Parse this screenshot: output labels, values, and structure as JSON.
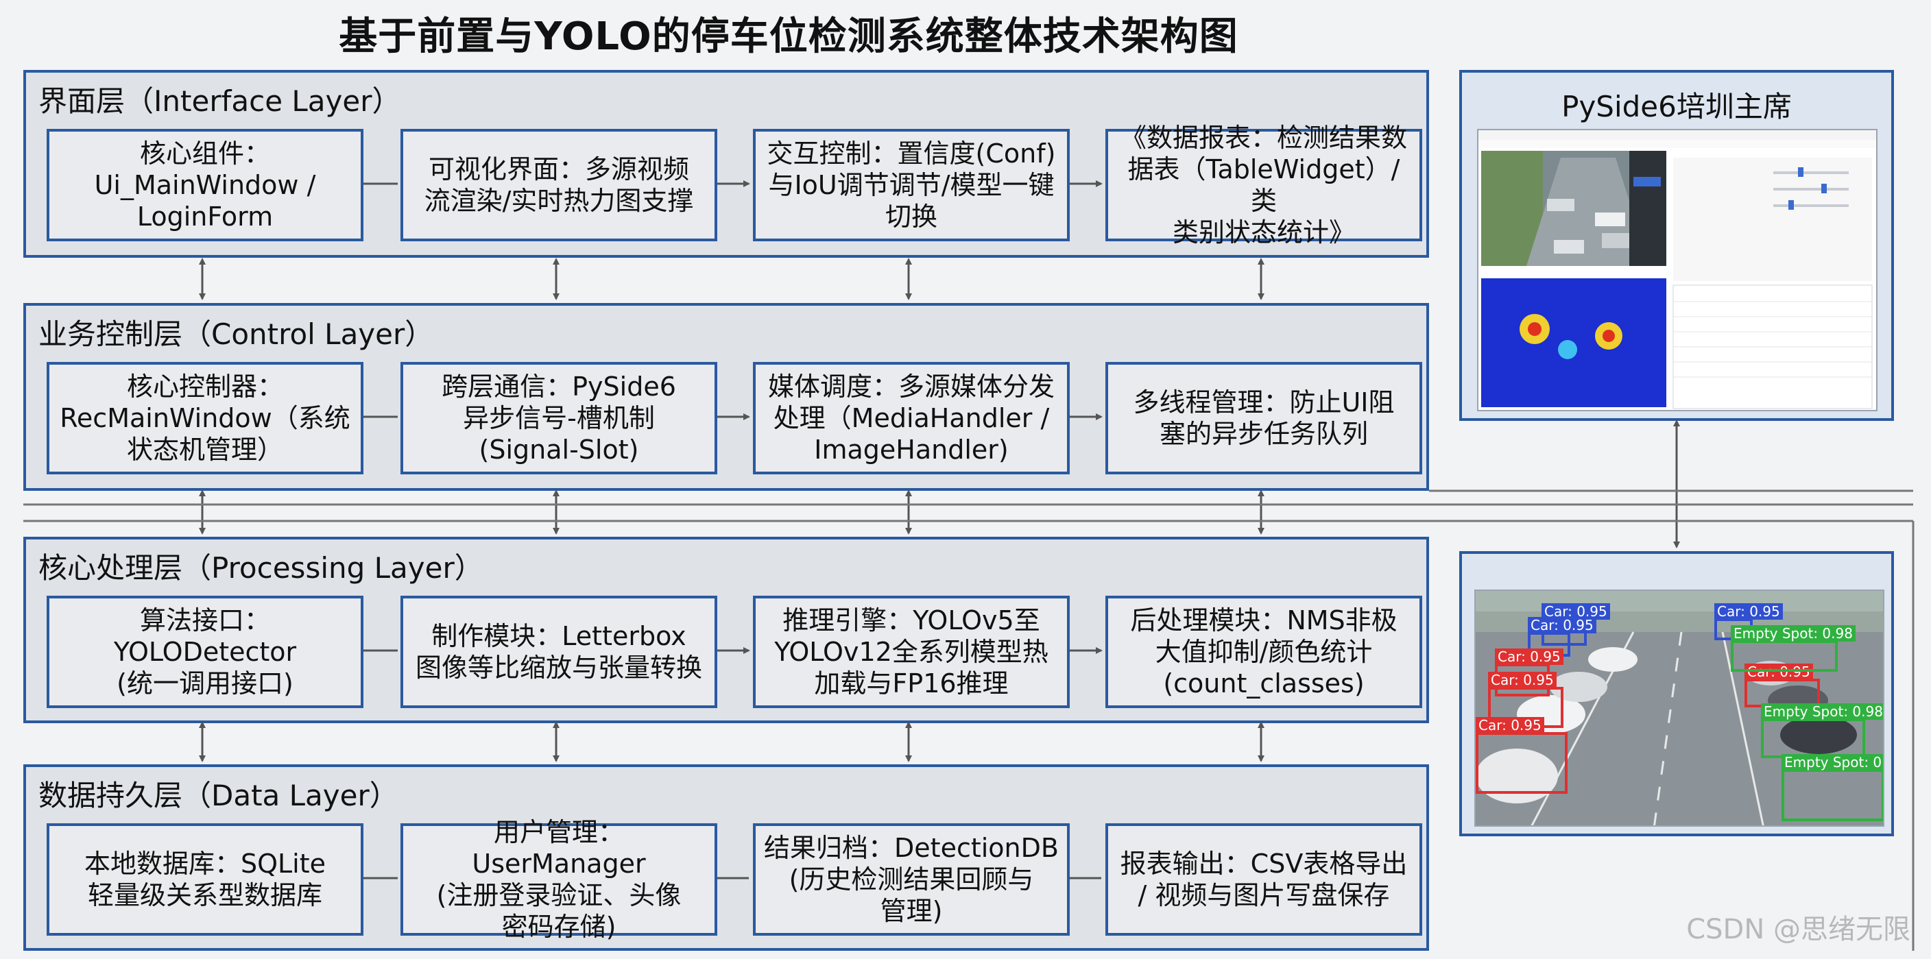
{
  "title": "基于前置与YOLO的停车位检测系统整体技术架构图",
  "layers": [
    {
      "title": "界面层（Interface Layer）",
      "boxes": [
        "核心组件：\nUi_MainWindow /\nLoginForm",
        "可视化界面：多源视频\n流渲染/实时热力图支撑",
        "交互控制：置信度(Conf)\n与IoU调节调节/模型一键\n切换",
        "《数据报表：检测结果数\n据表（TableWidget）/类\n类别状态统计》"
      ]
    },
    {
      "title": "业务控制层（Control Layer）",
      "boxes": [
        "核心控制器：\nRecMainWindow（系统\n状态机管理）",
        "跨层通信：PySide6\n异步信号-槽机制\n(Signal-Slot)",
        "媒体调度：多源媒体分发\n处理（MediaHandler /\nImageHandler)",
        "多线程管理：防止UI阻\n塞的异步任务队列"
      ]
    },
    {
      "title": "核心处理层（Processing Layer）",
      "boxes": [
        "算法接口：YOLODetector\n(统一调用接口)",
        "制作模块：Letterbox\n图像等比缩放与张量转换",
        "推理引擎：YOLOv5至\nYOLOv12全系列模型热\n加载与FP16推理",
        "后处理模块：NMS非极\n大值抑制/颜色统计\n(count_classes)"
      ]
    },
    {
      "title": "数据持久层（Data Layer）",
      "boxes": [
        "本地数据库：SQLite\n轻量级关系型数据库",
        "用户管理：UserManager\n(注册登录验证、头像\n密码存储)",
        "结果归档：DetectionDB\n(历史检测结果回顾与\n管理)",
        "报表输出：CSV表格导出\n/ 视频与图片写盘保存"
      ]
    }
  ],
  "ui_panel": {
    "title": "PySide6培圳主席"
  },
  "detections": [
    {
      "label": "Car: 0.95",
      "color": "#3050d0"
    },
    {
      "label": "Car: 0.95",
      "color": "#3050d0"
    },
    {
      "label": "Car: 0.95",
      "color": "#3050d0"
    },
    {
      "label": "Car: 0.95",
      "color": "#e03030"
    },
    {
      "label": "Car: 0.95",
      "color": "#e03030"
    },
    {
      "label": "Car: 0.95",
      "color": "#e03030"
    },
    {
      "label": "Car: 0.95",
      "color": "#e03030"
    },
    {
      "label": "Empty Spot: 0.98",
      "color": "#30b040"
    },
    {
      "label": "Empty Spot: 0.98",
      "color": "#30b040"
    },
    {
      "label": "Empty Spot: 0.98",
      "color": "#30b040"
    }
  ],
  "watermark": "CSDN @思绪无限"
}
